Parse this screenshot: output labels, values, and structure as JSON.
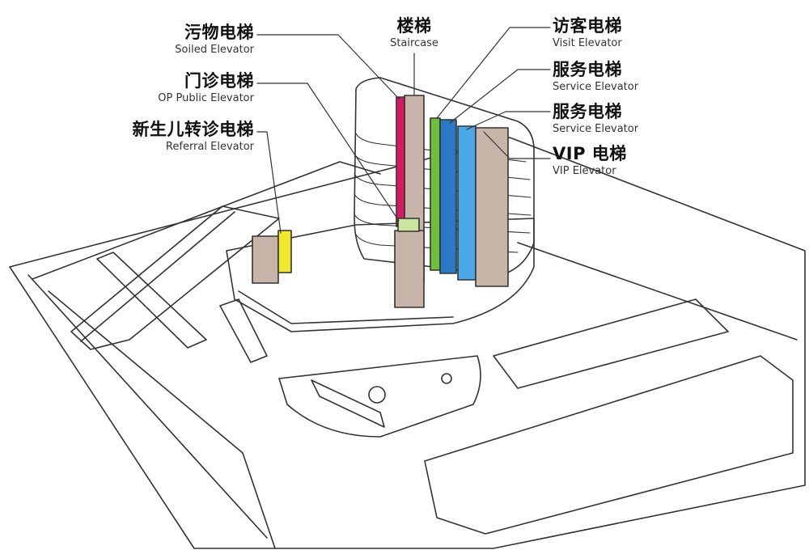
{
  "labels": {
    "soiled": {
      "zh": "污物电梯",
      "en": "Soiled Elevator"
    },
    "op": {
      "zh": "门诊电梯",
      "en": "OP Public Elevator"
    },
    "referral": {
      "zh": "新生儿转诊电梯",
      "en": "Referral Elevator"
    },
    "stair": {
      "zh": "楼梯",
      "en": "Staircase"
    },
    "visit": {
      "zh": "访客电梯",
      "en": "Visit Elevator"
    },
    "service1": {
      "zh": "服务电梯",
      "en": "Service Elevator"
    },
    "service2": {
      "zh": "服务电梯",
      "en": "Service Elevator"
    },
    "vip": {
      "zh": "VIP 电梯",
      "en": "VIP Elevator"
    }
  },
  "colors": {
    "soiled": "#d81b60",
    "op": "#c9e6a0",
    "referral": "#f0e82a",
    "stair": "#c8b4a8",
    "visit_green": "#6fbf3a",
    "visit_blue": "#2a78c8",
    "service_blue": "#4aa8e8",
    "line": "#333333"
  }
}
